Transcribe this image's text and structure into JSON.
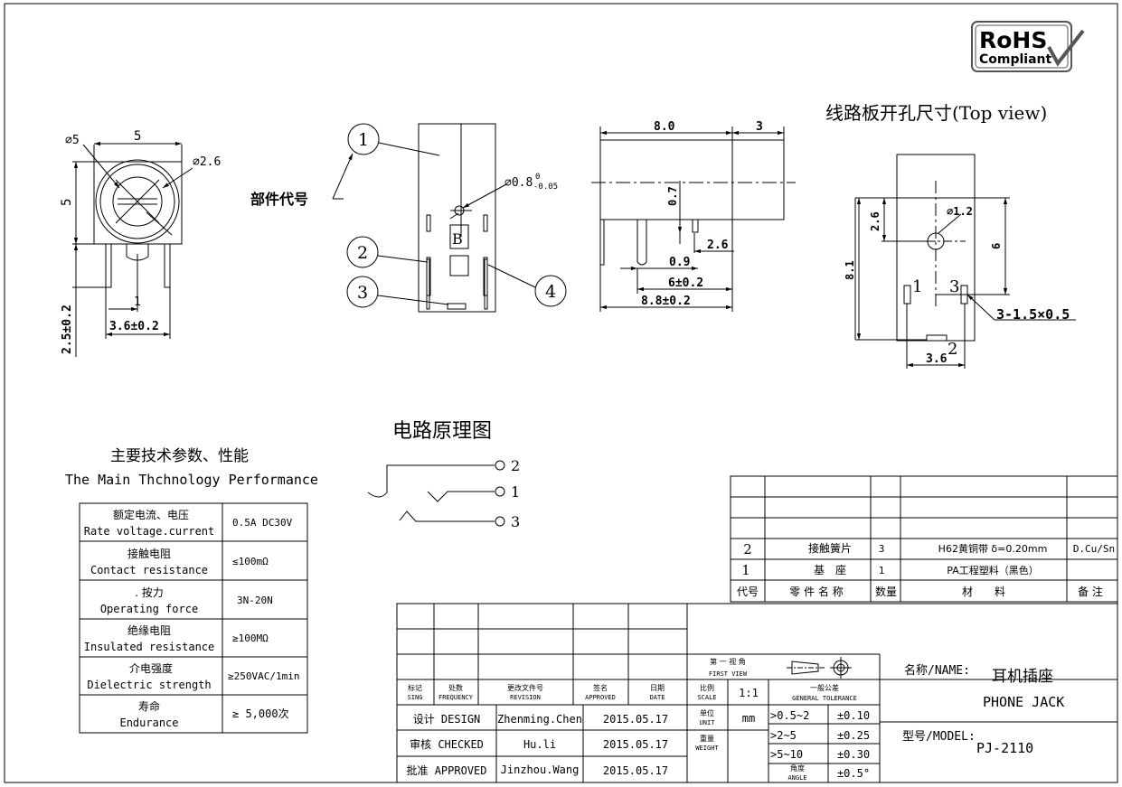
{
  "drawing": {
    "rohs_logo": {
      "line1": "RoHS",
      "line2": "Compliant"
    },
    "front_view": {
      "dim_phi5": "⌀5",
      "dim_width": "5",
      "dim_height": "5",
      "dim_phi26": "⌀2.6",
      "dim_1": "1",
      "dim_36": "3.6±0.2",
      "dim_25": "2.5±0.2"
    },
    "side_view": {
      "part_code_label": "部件代号",
      "dim_phi08": "⌀0.8",
      "tol_upper": "0",
      "tol_lower": "-0.05",
      "letter_b": "B",
      "callouts": [
        "1",
        "2",
        "3",
        "4"
      ]
    },
    "right_view": {
      "dim_80": "8.0",
      "dim_3": "3",
      "dim_07": "0.7",
      "dim_26": "2.6",
      "dim_09": "0.9",
      "dim_6": "6±0.2",
      "dim_88": "8.8±0.2"
    },
    "top_view": {
      "title": "线路板开孔尺寸(Top view)",
      "dim_26": "2.6",
      "dim_phi12": "⌀1.2",
      "dim_6": "6",
      "dim_81": "8.1",
      "pin1": "1",
      "pin3": "3",
      "pin2": "2",
      "dim_hole": "3-1.5×0.5",
      "dim_36": "3.6"
    },
    "circuit": {
      "title": "电路原理图",
      "pins": [
        "2",
        "1",
        "3"
      ]
    }
  },
  "spec_table": {
    "title_cn": "主要技术参数、性能",
    "title_en": "The Main Thchnology Performance",
    "rows": [
      {
        "cn": "额定电流、电压",
        "en": "Rate voltage.current",
        "value": "0.5A DC30V"
      },
      {
        "cn": "接触电阻",
        "en": "Contact resistance",
        "value": "≤100mΩ"
      },
      {
        "cn": ". 按力",
        "en": "Operating force",
        "value": "3N-20N"
      },
      {
        "cn": "绝缘电阻",
        "en": "Insulated resistance",
        "value": "≥100MΩ"
      },
      {
        "cn": "介电强度",
        "en": "Dielectric strength",
        "value": "≥250VAC/1min"
      },
      {
        "cn": "寿命",
        "en": "Endurance",
        "value": "≥ 5,000次"
      }
    ]
  },
  "parts_list": {
    "rows": [
      {
        "no": "2",
        "name": "接触簧片",
        "qty": "3",
        "material": "H62黄铜带 δ=0.20mm",
        "note": "D.Cu/Sn"
      },
      {
        "no": "1",
        "name": "基　座",
        "qty": "1",
        "material": "PA工程塑料（黑色）",
        "note": ""
      }
    ],
    "header": {
      "no": "代号",
      "name": "零 件 名 称",
      "qty": "数量",
      "material": "材　　料",
      "note": "备 注"
    }
  },
  "title_block": {
    "rev_headers": [
      {
        "cn": "标记",
        "en": "SING"
      },
      {
        "cn": "处数",
        "en": "FREQUENCY"
      },
      {
        "cn": "更改文件号",
        "en": "REVISION"
      },
      {
        "cn": "签名",
        "en": "APPROVED"
      },
      {
        "cn": "日期",
        "en": "DATE"
      }
    ],
    "first_view": {
      "cn": "第 一 视 角",
      "en": "FIRST VIEW"
    },
    "scale": {
      "cn": "比例",
      "en": "SCALE",
      "value": "1:1"
    },
    "unit": {
      "cn": "单位",
      "en": "UNIT",
      "value": "mm"
    },
    "weight": {
      "cn": "重量",
      "en": "WEIGHT"
    },
    "tolerance_header": {
      "cn": "一般公差",
      "en": "GENERAL TOLERANCE"
    },
    "tolerances": [
      {
        "range": ">0.5~2",
        "tol": "±0.10"
      },
      {
        "range": ">2~5",
        "tol": "±0.25"
      },
      {
        "range": ">5~10",
        "tol": "±0.30"
      },
      {
        "range_cn": "角度",
        "range_en": "ANGLE",
        "tol": "±0.5°"
      }
    ],
    "signoffs": [
      {
        "role": "设计 DESIGN",
        "name": "Zhenming.Chen",
        "date": "2015.05.17"
      },
      {
        "role": "审核 CHECKED",
        "name": "Hu.li",
        "date": "2015.05.17"
      },
      {
        "role": "批准 APPROVED",
        "name": "Jinzhou.Wang",
        "date": "2015.05.17"
      }
    ],
    "name_label": "名称/NAME:",
    "name_cn": "耳机插座",
    "name_en": "PHONE JACK",
    "model_label": "型号/MODEL:",
    "model_value": "PJ-2110"
  }
}
